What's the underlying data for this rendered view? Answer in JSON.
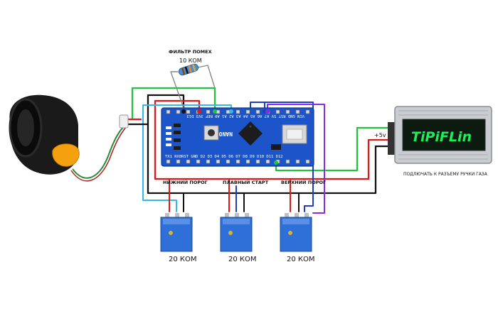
{
  "resistor": {
    "caption": "ФИЛЬТР ПОМЕХ",
    "value": "10 КОМ"
  },
  "board": {
    "name": "NANO",
    "top_pins": [
      "D12",
      "D11",
      "D10",
      "D9",
      "D8",
      "D7",
      "D6",
      "D5",
      "D4",
      "D3",
      "D2",
      "GND",
      "RST",
      "RX0",
      "TX1"
    ],
    "bottom_pins": [
      "D13",
      "3V3",
      "REF",
      "A0",
      "A1",
      "A2",
      "A3",
      "A4",
      "A5",
      "A6",
      "A7",
      "5V",
      "RST",
      "GND",
      "VIN"
    ],
    "top_pin_text": "TX1 RX0RST GND D2 D3 D4 D5 D6 D7 D8 D9 D10 D11 D12",
    "bottom_pin_text": "VIN GND RST 5V A7 A6 A5 A4 A3 A2 A1 A0 REF 3V3 D13"
  },
  "pots": [
    {
      "label": "НИЖНИЙ ПОРОГ",
      "value": "20 КОМ"
    },
    {
      "label": "ПЛАВНЫЙ СТАРТ",
      "value": "20 КОМ"
    },
    {
      "label": "ВЕРХНИЙ ПОРОГ",
      "value": "20 КОМ"
    }
  ],
  "controller": {
    "brand": "TiPiFLin",
    "power_label": "+5v",
    "caption": "ПОДЛЮЧАТЬ К РАЗЪЕМУ РУЧКИ ГАЗА"
  },
  "colors": {
    "black": "#111111",
    "red": "#e01818",
    "green": "#22c33a",
    "cyan": "#33b8e8",
    "blue": "#1a3fc4",
    "purple": "#8a2be2",
    "white": "#f2f2f2",
    "board": "#1b55c9",
    "brand": "#19f05a"
  }
}
